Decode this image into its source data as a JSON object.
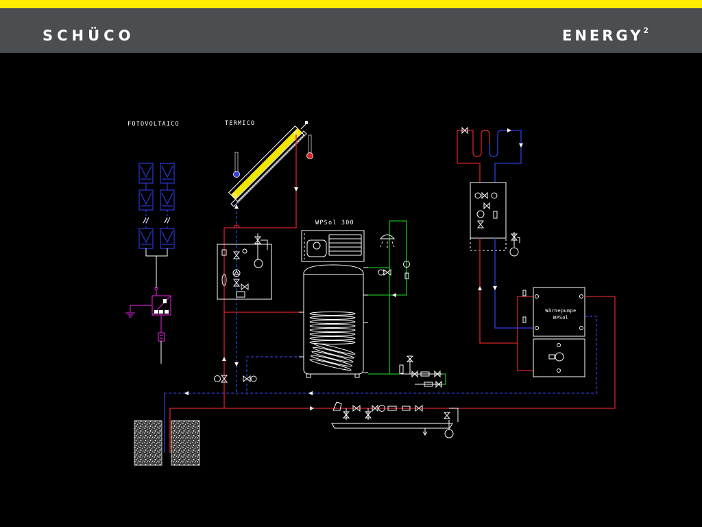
{
  "header": {
    "brand_logo": "SCHÜCO",
    "product_logo": "ENERGY",
    "product_logo_sup": "2"
  },
  "diagram": {
    "label_pv": "FOTOVOLTAICO",
    "label_thermal": "TERMICO",
    "tank_label": "WPSol 300",
    "heat_pump_label_line1": "Wärmepumpe",
    "heat_pump_label_line2": "WPSol"
  },
  "colors": {
    "accent": "#ffed00",
    "header": "#4a4e51",
    "bg": "#000000",
    "pipe-red": "#d8232a",
    "pipe-blue": "#2f3fd8",
    "pipe-green": "#1fb81f",
    "electric": "#c81ec8",
    "pv": "#2a3ad6",
    "line": "#ffffff",
    "collector": "#f2e600"
  }
}
